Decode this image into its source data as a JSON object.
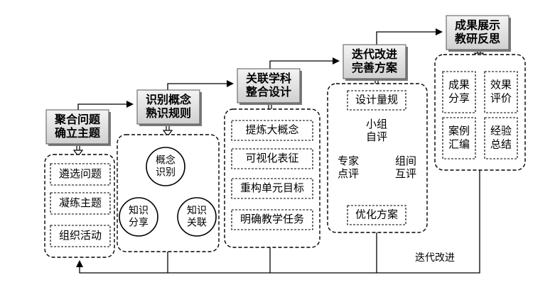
{
  "stages": [
    {
      "title": [
        "聚合问题",
        "确立主题"
      ],
      "steps": [
        "遴选问题",
        "凝练主题",
        "组织活动"
      ]
    },
    {
      "title": [
        "识别概念",
        "熟识规则"
      ],
      "cycle": [
        "概念\n识别",
        "知识\n关联",
        "知识\n分享"
      ]
    },
    {
      "title": [
        "关联学科",
        "整合设计"
      ],
      "steps": [
        "提炼大概念",
        "可视化表征",
        "重构单元目标",
        "明确教学任务"
      ]
    },
    {
      "title": [
        "迭代改进",
        "完善方案"
      ],
      "top": "设计量规",
      "cycle": [
        "小组\n自评",
        "组间\n互评",
        "专家\n点评"
      ],
      "bottom": "优化方案"
    },
    {
      "title": [
        "成果展示",
        "教研反思"
      ],
      "grid": [
        "成果\n分享",
        "效果\n评价",
        "案例\n汇编",
        "经验\n总结"
      ]
    }
  ],
  "feedback_label": "迭代改进"
}
